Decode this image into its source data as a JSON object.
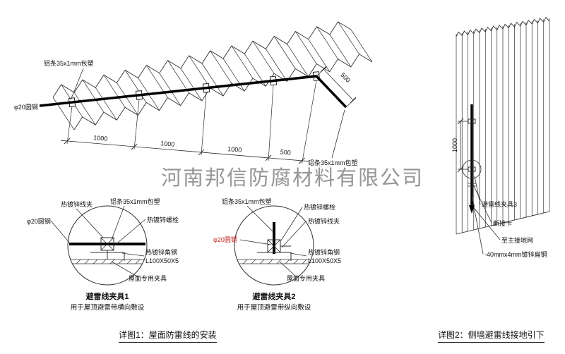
{
  "watermark": "河南邦信防腐材料有限公司",
  "main": {
    "labels": {
      "strip_top": "铝条35x1mm包塑",
      "round_steel": "φ20圆钢",
      "strip_bottom": "铝条35x1mm包塑"
    },
    "dims": [
      "1000",
      "1000",
      "1000",
      "500"
    ],
    "dim_right": "500"
  },
  "detail1": {
    "labels": {
      "clamp": "热镀锌线夹",
      "strip": "铝条35x1mm包塑",
      "bolt": "热镀锌螺栓",
      "round_steel": "φ20圆钢",
      "angle_line1": "热镀锌角钢",
      "angle_line2": "L100X50X5",
      "roof_clamp": "屋面专用夹具"
    },
    "title": "避雷线夹具1",
    "subtitle": "用于屋顶避雷带横向敷设"
  },
  "detail2": {
    "labels": {
      "strip": "铝条35x1mm包塑",
      "bolt": "热镀锌螺栓",
      "clamp": "热镀锌线夹",
      "round_steel": "φ20圆钢",
      "angle_line1": "热镀锌角钢",
      "angle_line2": "L100X50X5",
      "roof_clamp": "屋面专用夹具"
    },
    "title": "避雷线夹具2",
    "subtitle": "用于屋顶避雷带纵向敷设"
  },
  "wall": {
    "dim": "1000",
    "labels": {
      "clamp3": "避雷线夹具3",
      "disconnect": "断接卡",
      "to_ground": "至主接地网",
      "flat_steel": "-40mmx4mm镀锌扁钢"
    }
  },
  "captions": {
    "detail1": "详图1：屋面防雷线的安装",
    "detail2": "详图2：侧墙避雷线接地引下"
  },
  "colors": {
    "line": "#2f2f2f",
    "red": "#c22626",
    "watermark": "#7a7a7a"
  }
}
